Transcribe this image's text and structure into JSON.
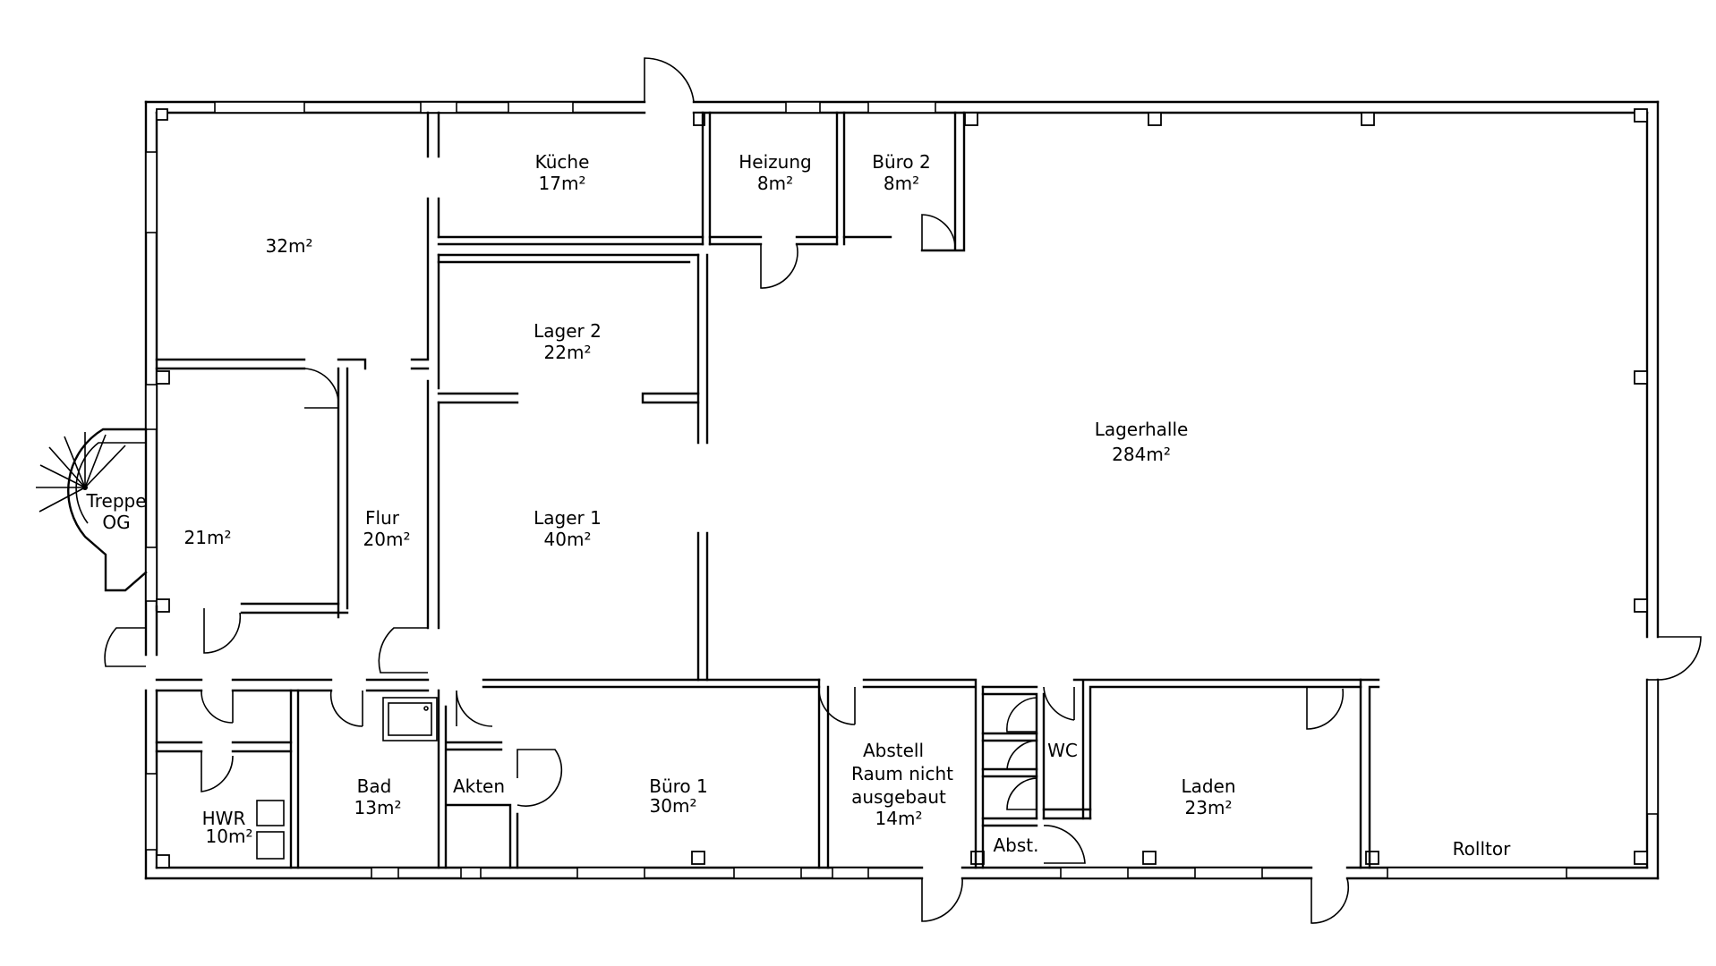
{
  "rooms": {
    "kueche": {
      "name": "Küche",
      "area": "17m²"
    },
    "heizung": {
      "name": "Heizung",
      "area": "8m²"
    },
    "buero2": {
      "name": "Büro 2",
      "area": "8m²"
    },
    "wohnen": {
      "area": "32m²"
    },
    "lager2": {
      "name": "Lager 2",
      "area": "22m²"
    },
    "lagerhalle": {
      "name": "Lagerhalle",
      "area": "284m²"
    },
    "treppe": {
      "line1": "Treppe",
      "line2": "OG"
    },
    "zimmer": {
      "area": "21m²"
    },
    "flur": {
      "name": "Flur",
      "area": "20m²"
    },
    "lager1": {
      "name": "Lager 1",
      "area": "40m²"
    },
    "abstell": {
      "line1": "Abstell",
      "line2": "Raum nicht",
      "line3": "ausgebaut",
      "area": "14m²"
    },
    "wc": {
      "name": "WC"
    },
    "bad": {
      "name": "Bad",
      "area": "13m²"
    },
    "akten": {
      "name": "Akten"
    },
    "buero1": {
      "name": "Büro 1",
      "area": "30m²"
    },
    "laden": {
      "name": "Laden",
      "area": "23m²"
    },
    "hwr": {
      "name": "HWR",
      "area": "10m²"
    },
    "abst": {
      "name": "Abst."
    },
    "rolltor": {
      "name": "Rolltor"
    }
  }
}
